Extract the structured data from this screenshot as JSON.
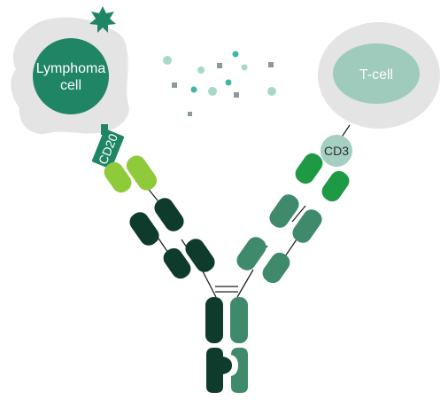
{
  "labels": {
    "lymphoma_line1": "Lymphoma",
    "lymphoma_line2": "cell",
    "tcell": "T-cell",
    "cd20": "CD20",
    "cd3": "CD3"
  },
  "colors": {
    "cell_background": "#e4e4e4",
    "lymphoma_nucleus": "#1f8565",
    "tcell_nucleus": "#9fcbbc",
    "star": "#1f8565",
    "cd20_box": "#1f8565",
    "cd3_circle": "#a5cfc2",
    "dark_green": "#0e3b2b",
    "mid_green": "#3e8a6b",
    "bright_green": "#1e9a44",
    "light_green": "#8fca3a",
    "cytokine_light": "#a8d9c7",
    "cytokine_teal": "#3fb6a7",
    "cytokine_grey": "#8c9a96"
  },
  "icons": {
    "antibody": "bispecific-antibody-icon",
    "star": "star-icon"
  }
}
